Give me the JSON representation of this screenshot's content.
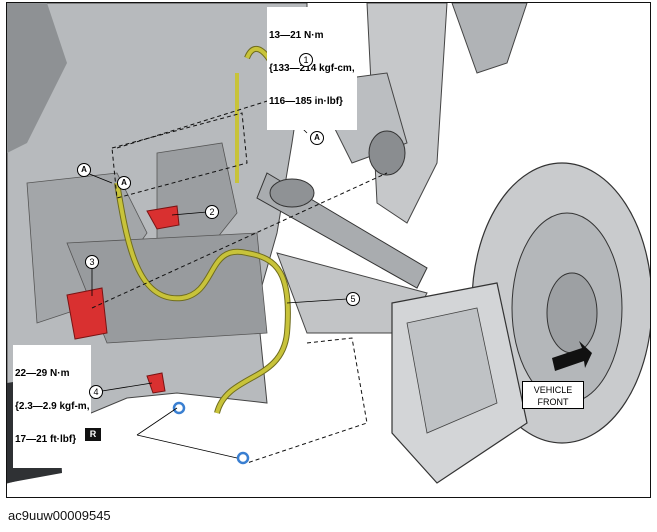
{
  "torque_top": {
    "line1": "13—21 N·m",
    "line2": "{133—214 kgf-cm,",
    "line3": "116—185 in·lbf}"
  },
  "torque_bottom": {
    "line1": "22—29 N·m",
    "line2": "{2.3—2.9 kgf-m,",
    "line3": "17—21 ft·lbf}"
  },
  "callouts": [
    "1",
    "2",
    "3",
    "4",
    "5"
  ],
  "detail_markers": [
    "A",
    "A",
    "A"
  ],
  "replace_badge": "R",
  "front_label": {
    "line1": "VEHICLE",
    "line2": "FRONT"
  },
  "caption": "ac9uuw00009545",
  "colors": {
    "hose": "#c8c33a",
    "bracket": "#d93030",
    "clip": "#3a7fd1",
    "metal": "#cfd1d3",
    "dark": "#4a4c50"
  }
}
